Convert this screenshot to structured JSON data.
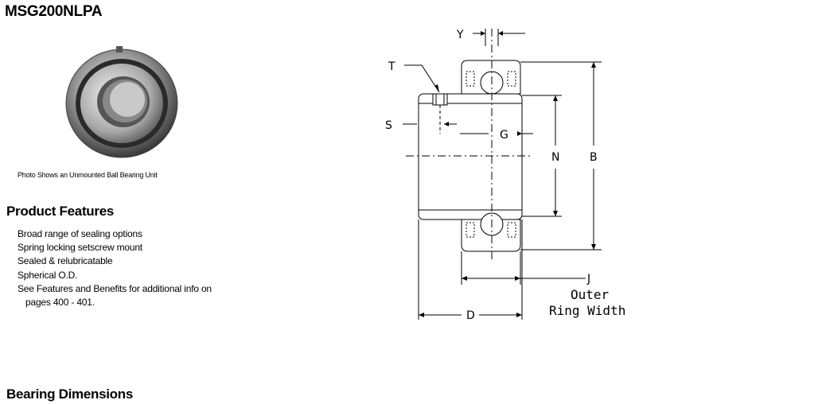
{
  "page": {
    "title": "MSG200NLPA",
    "photo_caption": "Photo Shows an Unmounted Ball Bearing Unit"
  },
  "features": {
    "heading": "Product Features",
    "items": [
      "Broad range of sealing options",
      "Spring locking setscrew mount",
      "Sealed & relubricatable",
      "Spherical O.D.",
      "See Features and Benefits for additional info on"
    ],
    "continuation": "pages 400 - 401."
  },
  "drawing": {
    "labels": {
      "Y": "Y",
      "T": "T",
      "S": "S",
      "G": "G",
      "N": "N",
      "B": "B",
      "J": "J",
      "D": "D",
      "outer1": "Outer",
      "outer2": "Ring Width"
    }
  },
  "dimensions": {
    "heading": "Bearing Dimensions"
  }
}
